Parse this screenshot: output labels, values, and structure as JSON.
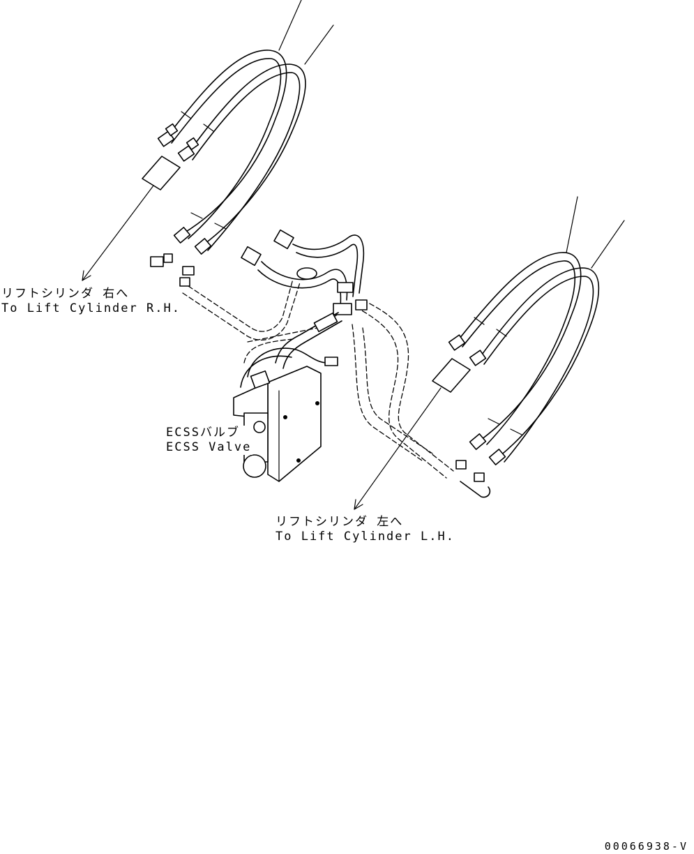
{
  "labels": {
    "rh_jp": "リフトシリンダ 右へ",
    "rh_en": "To Lift Cylinder R.H.",
    "lh_jp": "リフトシリンダ 左へ",
    "lh_en": "To Lift Cylinder L.H.",
    "ecss_jp": "ECSSバルブ",
    "ecss_en": "ECSS Valve"
  },
  "drawing_number": "00066938-V"
}
